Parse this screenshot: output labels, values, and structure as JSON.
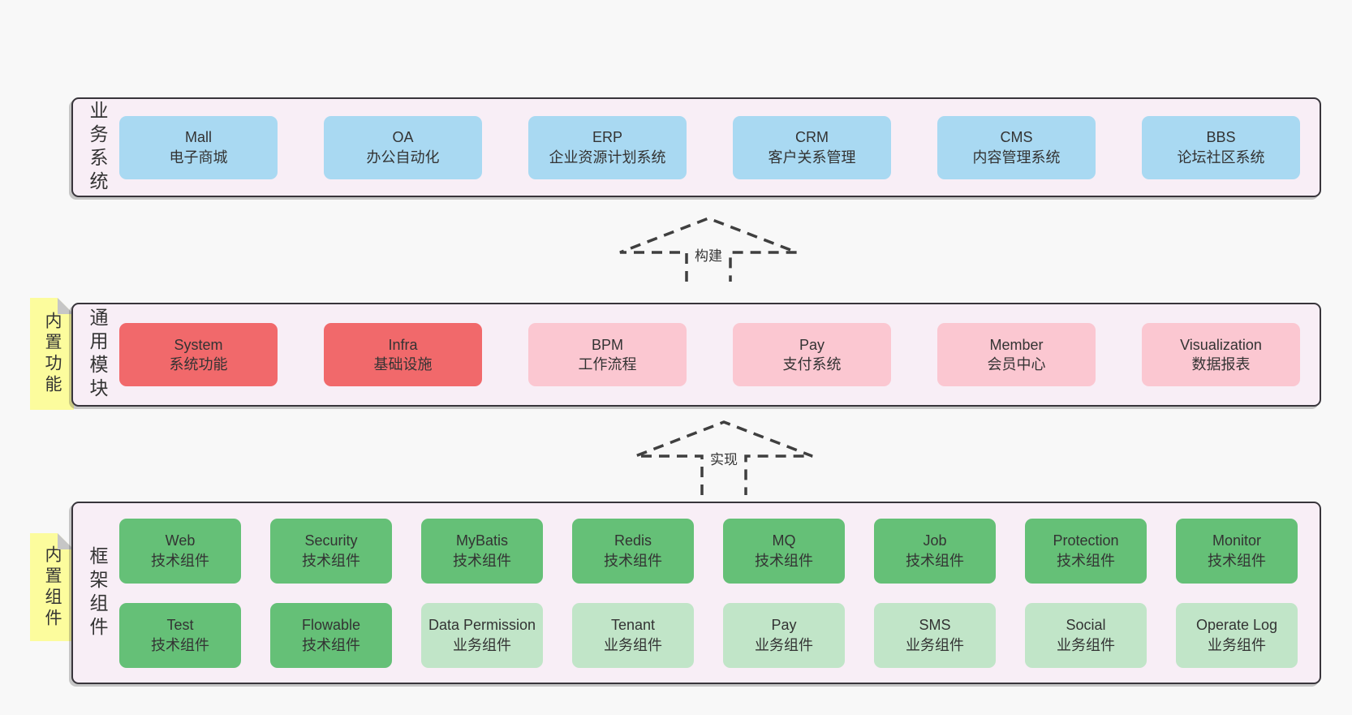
{
  "diagram": {
    "colors": {
      "page_bg": "#f8f8f8",
      "band_bg": "#f8eef6",
      "border": "#38353b",
      "text": "#333333",
      "blue": "#a9d9f2",
      "red": "#f1696b",
      "pink": "#fbc7d1",
      "green_dark": "#65c077",
      "green_light": "#c1e5c8",
      "tab_bg": "#fcfc9d",
      "fold": "#c6c6c6",
      "dash": "#3f3f3f"
    },
    "bands": [
      {
        "label": "业务系统",
        "tab": null,
        "rows": [
          [
            {
              "name": "Mall",
              "desc": "电子商城",
              "variant": "blue"
            },
            {
              "name": "OA",
              "desc": "办公自动化",
              "variant": "blue"
            },
            {
              "name": "ERP",
              "desc": "企业资源计划系统",
              "variant": "blue"
            },
            {
              "name": "CRM",
              "desc": "客户关系管理",
              "variant": "blue"
            },
            {
              "name": "CMS",
              "desc": "内容管理系统",
              "variant": "blue"
            },
            {
              "name": "BBS",
              "desc": "论坛社区系统",
              "variant": "blue"
            }
          ]
        ]
      },
      {
        "label": "通用模块",
        "tab": "内置功能",
        "rows": [
          [
            {
              "name": "System",
              "desc": "系统功能",
              "variant": "red"
            },
            {
              "name": "Infra",
              "desc": "基础设施",
              "variant": "red"
            },
            {
              "name": "BPM",
              "desc": "工作流程",
              "variant": "pink"
            },
            {
              "name": "Pay",
              "desc": "支付系统",
              "variant": "pink"
            },
            {
              "name": "Member",
              "desc": "会员中心",
              "variant": "pink"
            },
            {
              "name": "Visualization",
              "desc": "数据报表",
              "variant": "pink"
            }
          ]
        ]
      },
      {
        "label": "框架组件",
        "tab": "内置组件",
        "rows": [
          [
            {
              "name": "Web",
              "desc": "技术组件",
              "variant": "green_dark"
            },
            {
              "name": "Security",
              "desc": "技术组件",
              "variant": "green_dark"
            },
            {
              "name": "MyBatis",
              "desc": "技术组件",
              "variant": "green_dark"
            },
            {
              "name": "Redis",
              "desc": "技术组件",
              "variant": "green_dark"
            },
            {
              "name": "MQ",
              "desc": "技术组件",
              "variant": "green_dark"
            },
            {
              "name": "Job",
              "desc": "技术组件",
              "variant": "green_dark"
            },
            {
              "name": "Protection",
              "desc": "技术组件",
              "variant": "green_dark"
            },
            {
              "name": "Monitor",
              "desc": "技术组件",
              "variant": "green_dark"
            }
          ],
          [
            {
              "name": "Test",
              "desc": "技术组件",
              "variant": "green_dark"
            },
            {
              "name": "Flowable",
              "desc": "技术组件",
              "variant": "green_dark"
            },
            {
              "name": "Data Permission",
              "desc": "业务组件",
              "variant": "green_light"
            },
            {
              "name": "Tenant",
              "desc": "业务组件",
              "variant": "green_light"
            },
            {
              "name": "Pay",
              "desc": "业务组件",
              "variant": "green_light"
            },
            {
              "name": "SMS",
              "desc": "业务组件",
              "variant": "green_light"
            },
            {
              "name": "Social",
              "desc": "业务组件",
              "variant": "green_light"
            },
            {
              "name": "Operate Log",
              "desc": "业务组件",
              "variant": "green_light"
            }
          ]
        ]
      }
    ],
    "arrows": [
      {
        "label": "构建"
      },
      {
        "label": "实现"
      }
    ]
  }
}
